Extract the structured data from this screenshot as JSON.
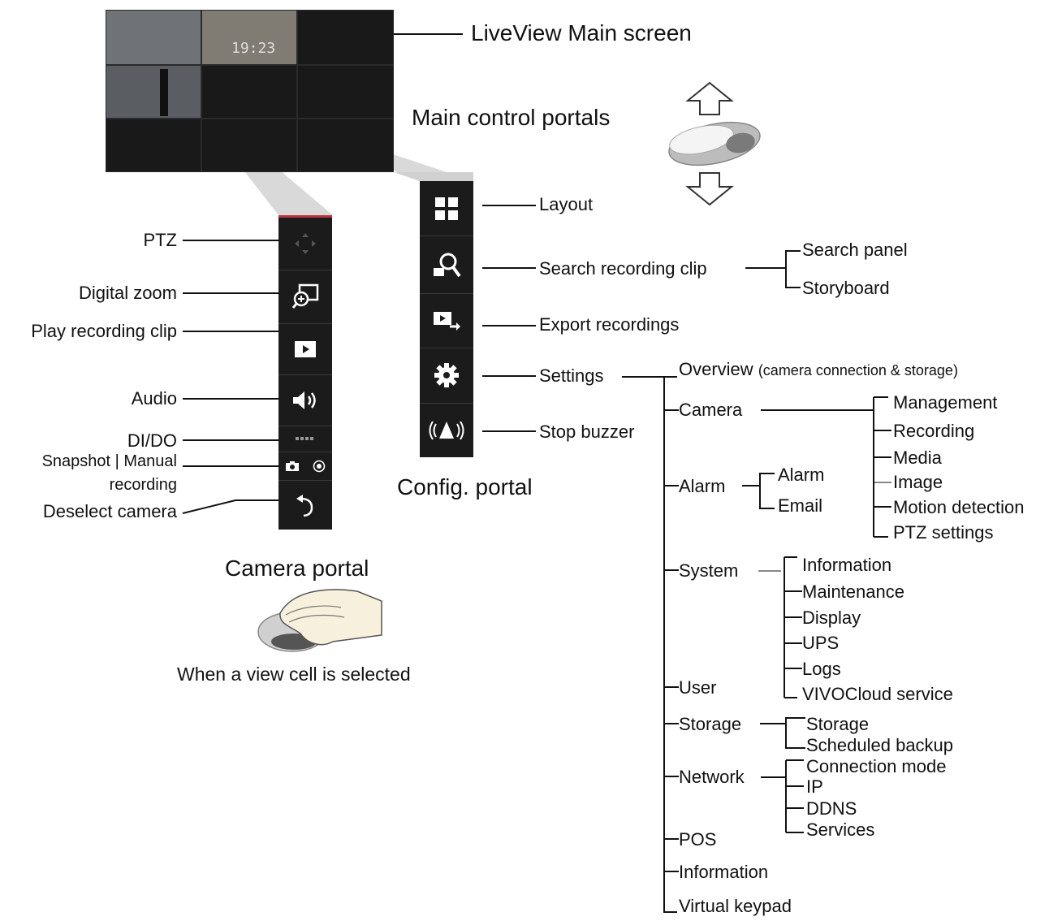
{
  "main_screen": {
    "label": "LiveView Main screen",
    "clock": "19:23"
  },
  "main_control": {
    "title": "Main control portals"
  },
  "config_portal": {
    "title": "Config. portal",
    "items": [
      {
        "label": "Layout",
        "icon": "layout-icon"
      },
      {
        "label": "Search recording clip",
        "icon": "search-icon"
      },
      {
        "label": "Export recordings",
        "icon": "export-icon"
      },
      {
        "label": "Settings",
        "icon": "gear-icon"
      },
      {
        "label": "Stop buzzer",
        "icon": "buzzer-icon"
      }
    ],
    "search_children": [
      "Search panel",
      "Storyboard"
    ]
  },
  "camera_portal": {
    "title": "Camera portal",
    "caption": "When a view cell is selected",
    "items": [
      {
        "label": "PTZ",
        "icon": "ptz-icon"
      },
      {
        "label": "Digital zoom",
        "icon": "zoom-icon"
      },
      {
        "label": "Play recording clip",
        "icon": "play-icon"
      },
      {
        "label": "Audio",
        "icon": "speaker-icon"
      },
      {
        "label": "DI/DO",
        "icon": "dido-icon"
      },
      {
        "label_line1": "Snapshot | Manual",
        "label_line2": "recording",
        "icon": "snapshot-icon"
      },
      {
        "label": "Deselect camera",
        "icon": "undo-icon"
      }
    ]
  },
  "settings_tree": {
    "overview": {
      "label": "Overview",
      "note": "(camera connection & storage)"
    },
    "camera": {
      "label": "Camera",
      "children": [
        "Management",
        "Recording",
        "Media",
        "Image",
        "Motion detection",
        "PTZ settings"
      ]
    },
    "alarm": {
      "label": "Alarm",
      "children": [
        "Alarm",
        "Email"
      ]
    },
    "system": {
      "label": "System",
      "children": [
        "Information",
        "Maintenance",
        "Display",
        "UPS",
        "Logs",
        "VIVOCloud service"
      ]
    },
    "user": {
      "label": "User"
    },
    "storage": {
      "label": "Storage",
      "children": [
        "Storage",
        "Scheduled backup"
      ]
    },
    "network": {
      "label": "Network",
      "children": [
        "Connection mode",
        "IP",
        "DDNS",
        "Services"
      ]
    },
    "pos": {
      "label": "POS"
    },
    "information": {
      "label": "Information"
    },
    "virtual_keypad": {
      "label": "Virtual keypad"
    }
  },
  "colors": {
    "panel": "#1b1b1b",
    "beam": "#d8d8d8",
    "line": "#111111"
  }
}
